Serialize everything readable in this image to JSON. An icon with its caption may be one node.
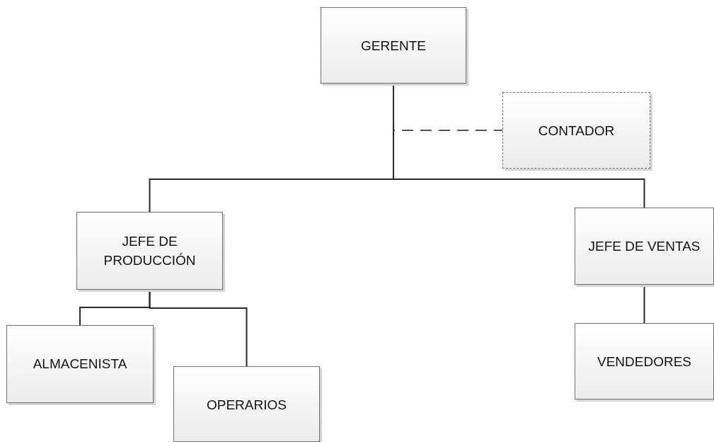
{
  "diagram": {
    "nodes": [
      {
        "text": [
          "GERENTE"
        ]
      },
      {
        "text": [
          "CONTADOR"
        ]
      },
      {
        "text": [
          "JEFE DE PRODUCCIÓN"
        ]
      },
      {
        "text": [
          "JEFE DE VENTAS"
        ]
      },
      {
        "text": [
          "ALMACENISTA"
        ]
      },
      {
        "text": [
          "OPERARIOS"
        ]
      },
      {
        "text": [
          "VENDEDORES"
        ]
      }
    ],
    "edges": [
      {
        "from": 0,
        "to": 1,
        "arrow": "none",
        "style": "dashed"
      },
      {
        "from": 0,
        "to": 2,
        "arrow": "none"
      },
      {
        "from": 0,
        "to": 3,
        "arrow": "none"
      },
      {
        "from": 2,
        "to": 4,
        "arrow": "none"
      },
      {
        "from": 2,
        "to": 5,
        "arrow": "none"
      },
      {
        "from": 3,
        "to": 6,
        "arrow": "none"
      }
    ]
  }
}
